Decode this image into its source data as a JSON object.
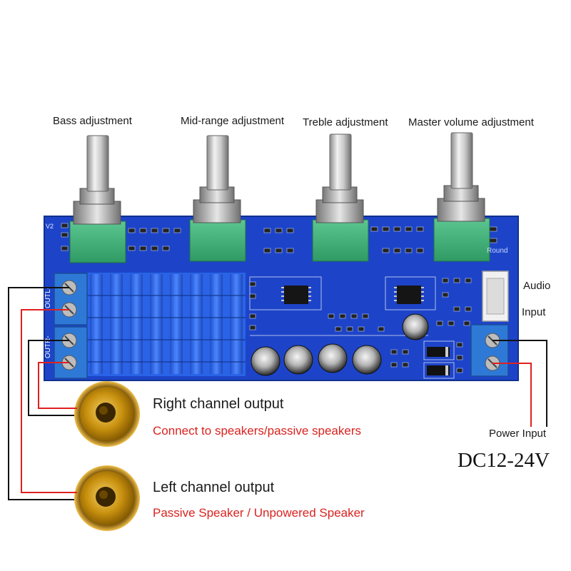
{
  "labels": {
    "bass": "Bass adjustment",
    "mid": "Mid-range adjustment",
    "treble": "Treble adjustment",
    "master": "Master volume adjustment",
    "audio": "Audio",
    "input": "Input",
    "power_input": "Power Input",
    "voltage": "DC12-24V"
  },
  "outputs": {
    "right_title": "Right channel output",
    "right_sub": "Connect to speakers/passive speakers",
    "left_title": "Left channel output",
    "left_sub": "Passive Speaker / Unpowered Speaker"
  },
  "board": {
    "silk_out_l": "OUTL-",
    "silk_out_r": "OUTR-",
    "silk_round": "Round",
    "silk_v2": "V2"
  },
  "colors": {
    "pcb": "#1d44c8",
    "heatsink": "#2a63e6",
    "knob_body": "#3aa871",
    "terminal": "#2f79d6",
    "wire_red": "#e02020",
    "accent_text": "#d9231f"
  }
}
